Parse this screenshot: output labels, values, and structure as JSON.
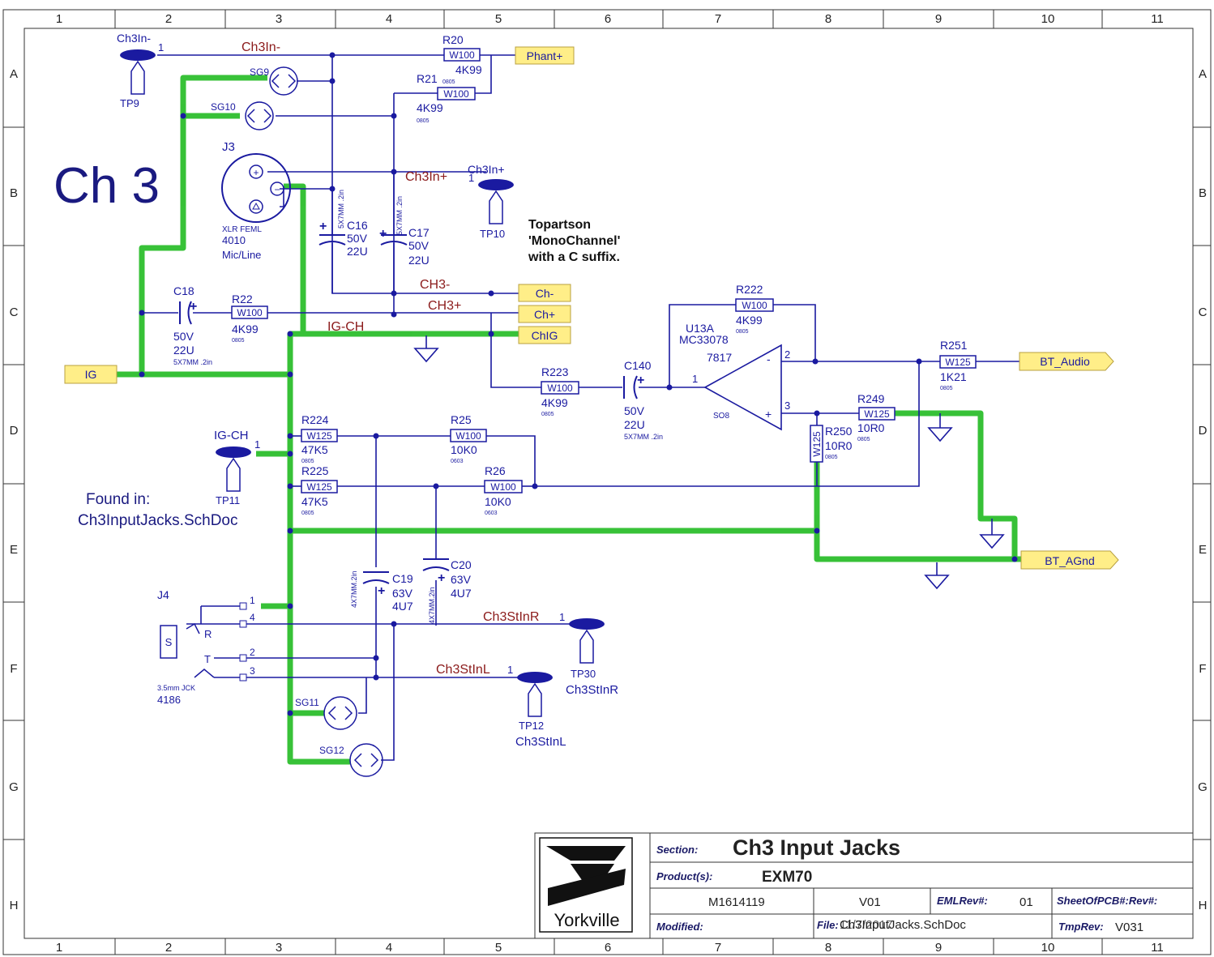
{
  "border": {
    "cols": [
      "1",
      "2",
      "3",
      "4",
      "5",
      "6",
      "7",
      "8",
      "9",
      "10",
      "11"
    ],
    "rows": [
      "A",
      "B",
      "C",
      "D",
      "E",
      "F",
      "G",
      "H"
    ]
  },
  "colors": {
    "wire": "#1a1aa0",
    "ground_net": "#22bb22",
    "net_label": "#8b1a1a",
    "port_fill": "#ffee88",
    "border": "#333333",
    "title_text": "#1a1a66"
  },
  "annotations": {
    "channel_title": "Ch 3",
    "note_line1": "Topartson",
    "note_line2": "'MonoChannel'",
    "note_line3": "with a C suffix.",
    "found_line1": "Found in:",
    "found_line2": "Ch3InputJacks.SchDoc"
  },
  "ports": {
    "phant": "Phant+",
    "ig": "IG",
    "chminus": "Ch-",
    "chplus": "Ch+",
    "chig": "ChIG",
    "bt_audio": "BT_Audio",
    "bt_agnd": "BT_AGnd"
  },
  "nets": {
    "ch3in_minus": "Ch3In-",
    "ch3in_plus": "Ch3In+",
    "ch3_minus": "CH3-",
    "ch3_plus": "CH3+",
    "ig_ch": "IG-CH",
    "ch3stinr": "Ch3StInR",
    "ch3stinl": "Ch3StInL"
  },
  "testpoints": {
    "tp9_net": "Ch3In-",
    "tp9_pin": "1",
    "tp9": "TP9",
    "tp10_net": "Ch3In+",
    "tp10_pin": "1",
    "tp10": "TP10",
    "tp11_net": "IG-CH",
    "tp11_pin": "1",
    "tp11": "TP11",
    "tp30_pin": "1",
    "tp30": "TP30",
    "tp30_net": "Ch3StInR",
    "tp12_pin": "1",
    "tp12": "TP12",
    "tp12_net": "Ch3StInL"
  },
  "spark_gaps": {
    "sg9": "SG9",
    "sg10": "SG10",
    "sg11": "SG11",
    "sg12": "SG12"
  },
  "connector_j3": {
    "ref": "J3",
    "type": "XLR FEML",
    "part": "4010",
    "desc": "Mic/Line",
    "dim_c16": "5X7MM .2in",
    "dim_c17": "5X7MM .2in"
  },
  "connector_j4": {
    "ref": "J4",
    "sleeve": "S",
    "ring": "R",
    "tip": "T",
    "type": "3.5mm JCK",
    "part": "4186",
    "pin1": "1",
    "pin2": "2",
    "pin3": "3",
    "pin4": "4"
  },
  "resistors": {
    "r20": {
      "ref": "R20",
      "body": "W100",
      "value": "4K99"
    },
    "r21": {
      "ref": "R21",
      "body": "W100",
      "value": "4K99",
      "pkg": "0805",
      "pkg2": "0805"
    },
    "r22": {
      "ref": "R22",
      "body": "W100",
      "value": "4K99",
      "pkg": "0805"
    },
    "r222": {
      "ref": "R222",
      "body": "W100",
      "value": "4K99",
      "pkg": "0805"
    },
    "r223": {
      "ref": "R223",
      "body": "W100",
      "value": "4K99",
      "pkg": "0805"
    },
    "r224": {
      "ref": "R224",
      "body": "W125",
      "value": "47K5",
      "pkg": "0805"
    },
    "r225": {
      "ref": "R225",
      "body": "W125",
      "value": "47K5",
      "pkg": "0805"
    },
    "r25": {
      "ref": "R25",
      "body": "W100",
      "value": "10K0",
      "pkg": "0603"
    },
    "r26": {
      "ref": "R26",
      "body": "W100",
      "value": "10K0",
      "pkg": "0603"
    },
    "r251": {
      "ref": "R251",
      "body": "W125",
      "value": "1K21",
      "pkg": "0805"
    },
    "r249": {
      "ref": "R249",
      "body": "W125",
      "value": "10R0",
      "pkg": "0805"
    },
    "r250": {
      "ref": "R250",
      "body": "W125",
      "value": "10R0",
      "pkg": "0805"
    }
  },
  "capacitors": {
    "c16": {
      "ref": "C16",
      "volt": "50V",
      "value": "22U"
    },
    "c17": {
      "ref": "C17",
      "volt": "50V",
      "value": "22U"
    },
    "c18": {
      "ref": "C18",
      "volt": "50V",
      "value": "22U",
      "dim": "5X7MM .2in"
    },
    "c140": {
      "ref": "C140",
      "volt": "50V",
      "value": "22U",
      "dim": "5X7MM .2in"
    },
    "c19": {
      "ref": "C19",
      "volt": "63V",
      "value": "4U7",
      "dim": "4X7MM.2in"
    },
    "c20": {
      "ref": "C20",
      "volt": "63V",
      "value": "4U7",
      "dim": "4X7MM.2in"
    },
    "plus": "+"
  },
  "opamp": {
    "ref": "U13A",
    "part": "MC33078",
    "num": "7817",
    "pkg": "SO8",
    "pin1": "1",
    "pin2": "2",
    "pin3": "3",
    "minus": "-",
    "plus": "+"
  },
  "title_block": {
    "logo": "Yorkville",
    "section_label": "Section:",
    "section": "Ch3 Input Jacks",
    "products_label": "Product(s):",
    "products": "EXM70",
    "drawing_no": "M1614119",
    "version": "V01",
    "emlrev_label": "EMLRev#:",
    "emlrev": "01",
    "sheet_label": "SheetOfPCB#:Rev#:",
    "modified_label": "Modified:",
    "file_label": "File:",
    "file": "Ch3InputJacks.SchDoc",
    "date": "11/7/2017",
    "tmprev_label": "TmpRev:",
    "tmprev": "V031"
  }
}
